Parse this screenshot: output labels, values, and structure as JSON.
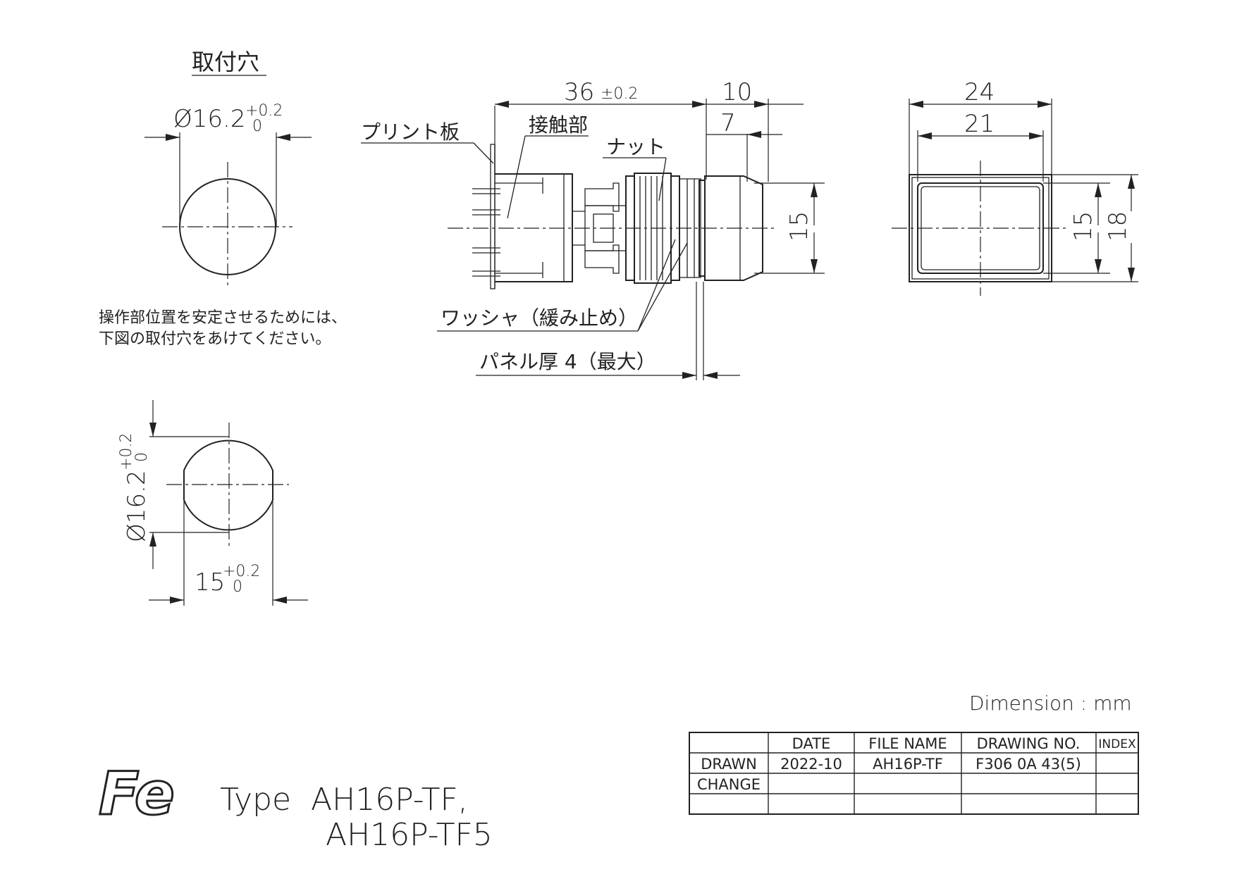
{
  "mounting_hole": {
    "title": "取付穴",
    "diameter_label": "Ø16.2",
    "tol_plus": "+0.2",
    "tol_minus": "0",
    "note_line1": "操作部位置を安定させるためには、",
    "note_line2": "下図の取付穴をあけてください。",
    "alt_diameter_label": "Ø16.2",
    "alt_tol_plus": "+0.2",
    "alt_tol_minus": "0",
    "alt_width_label": "15",
    "alt_width_tol_plus": "+0.2",
    "alt_width_tol_minus": "0"
  },
  "side_view": {
    "label_pcb": "プリント板",
    "label_contact": "接触部",
    "label_nut": "ナット",
    "label_washer": "ワッシャ（緩み止め）",
    "label_panel": "パネル厚 4（最大）",
    "dim_length": "36",
    "dim_length_tol": "±0.2",
    "dim_10": "10",
    "dim_7": "7",
    "dim_15": "15"
  },
  "front_view": {
    "dim_24": "24",
    "dim_21": "21",
    "dim_15": "15",
    "dim_18": "18"
  },
  "units_note": "Dimension : mm",
  "title_block": {
    "headers": [
      "",
      "DATE",
      "FILE NAME",
      "DRAWING NO.",
      "INDEX"
    ],
    "rows": [
      [
        "DRAWN",
        "2022-10",
        "AH16P-TF",
        "F306 0A 43(5)",
        ""
      ],
      [
        "CHANGE",
        "",
        "",
        "",
        ""
      ],
      [
        "",
        "",
        "",
        "",
        ""
      ]
    ]
  },
  "logo_text": "Fe",
  "type_line1": "Type  AH16P-TF,",
  "type_line2": "AH16P-TF5"
}
